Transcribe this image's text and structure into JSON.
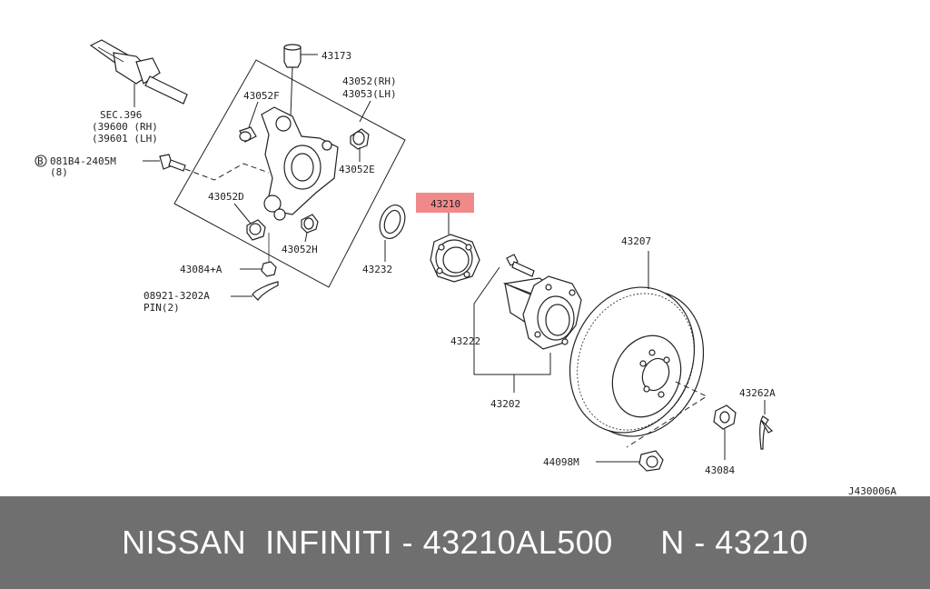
{
  "labels": {
    "sec396": "SEC.396",
    "sec396_rh": "(39600 (RH)",
    "sec396_lh": "(39601 (LH)",
    "p43173": "43173",
    "p43052rh": "43052(RH)",
    "p43053lh": "43053(LH)",
    "p43052f": "43052F",
    "p43052e": "43052E",
    "p43052d": "43052D",
    "p43052h": "43052H",
    "bolt_code": "081B4-2405M",
    "bolt_qty": "(8)",
    "bolt_circle": "B",
    "p43084a": "43084+A",
    "pin_code": "08921-3202A",
    "pin_desc": "PIN(2)",
    "p43210": "43210",
    "p43232": "43232",
    "p43222": "43222",
    "p43202": "43202",
    "p43207": "43207",
    "p43262a": "43262A",
    "p44098m": "44098M",
    "p43084": "43084",
    "ref": "J430006A"
  },
  "highlight_color": "#f08a8a",
  "footer": {
    "text": "NISSAN  INFINITI - 43210AL500     N - 43210"
  }
}
